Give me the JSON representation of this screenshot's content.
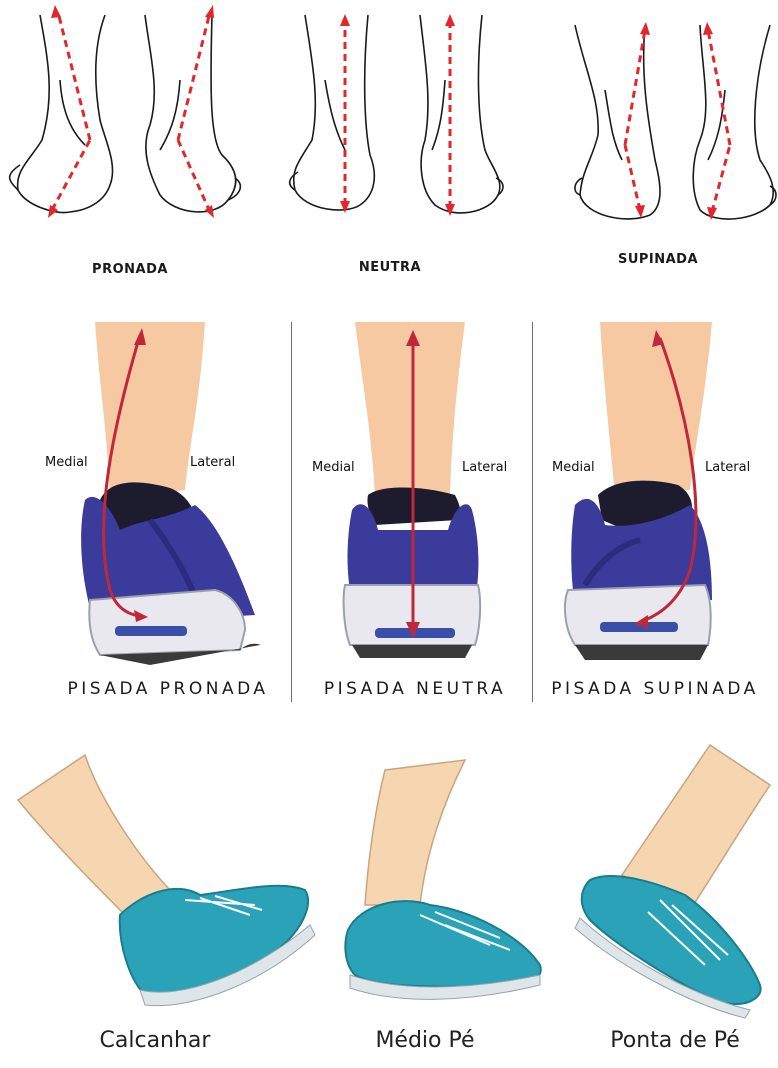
{
  "top_row": {
    "labels": [
      "PRONADA",
      "NEUTRA",
      "SUPINADA"
    ]
  },
  "middle_row": {
    "labels": [
      "PISADA PRONADA",
      "PISADA NEUTRA",
      "PISADA SUPINADA"
    ],
    "side_labels": {
      "medial": "Medial",
      "lateral": "Lateral"
    }
  },
  "bottom_row": {
    "labels": [
      "Calcanhar",
      "Médio Pé",
      "Ponta de Pé"
    ]
  },
  "colors": {
    "arrow_red": "#e3262b",
    "arrow_dark_red": "#c0283a",
    "shoe_blue": "#3a3b9a",
    "shoe_teal": "#2aa3b8",
    "skin": "#f7c9a3"
  }
}
